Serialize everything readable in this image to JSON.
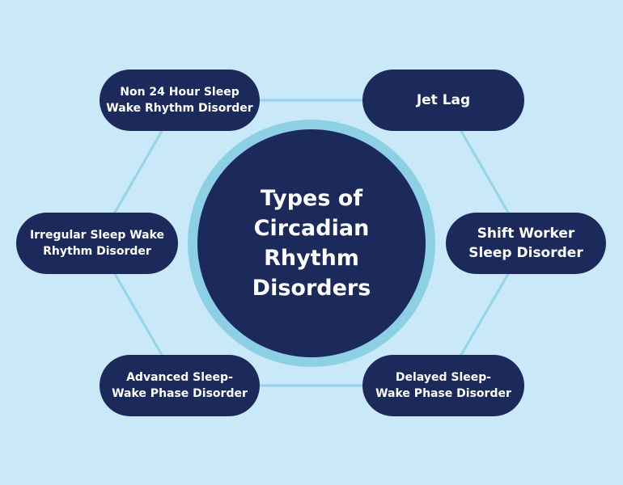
{
  "center": {
    "title": "Types of\nCircadian\nRhythm\nDisorders"
  },
  "disorders": [
    {
      "label": "Non 24 Hour Sleep\nWake Rhythm Disorder"
    },
    {
      "label": "Jet Lag"
    },
    {
      "label": "Irregular Sleep Wake\nRhythm Disorder"
    },
    {
      "label": "Shift Worker\nSleep Disorder"
    },
    {
      "label": "Advanced Sleep-\nWake Phase Disorder"
    },
    {
      "label": "Delayed Sleep-\nWake Phase Disorder"
    }
  ],
  "colors": {
    "background": "#c9e8f8",
    "node_fill": "#1b2a5b",
    "ring": "#8dd0e6",
    "connector": "#96d3ea",
    "text": "#ffffff"
  }
}
